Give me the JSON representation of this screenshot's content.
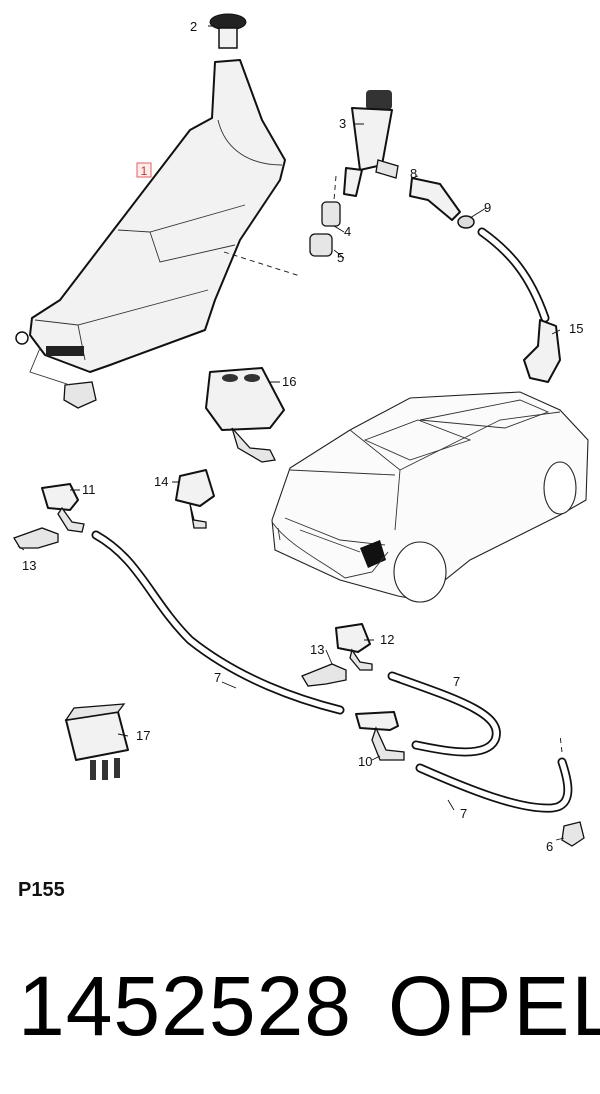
{
  "diagram": {
    "callouts": {
      "c1": "1",
      "c2": "2",
      "c3": "3",
      "c4": "4",
      "c5": "5",
      "c6": "6",
      "c7a": "7",
      "c7b": "7",
      "c7c": "7",
      "c8": "8",
      "c9": "9",
      "c10": "10",
      "c11": "11",
      "c12": "12",
      "c13a": "13",
      "c13b": "13",
      "c14": "14",
      "c15": "15",
      "c16": "16",
      "c17": "17"
    }
  },
  "footer": {
    "plate_code": "P155",
    "part_number": "1452528",
    "brand": "OPEL"
  }
}
